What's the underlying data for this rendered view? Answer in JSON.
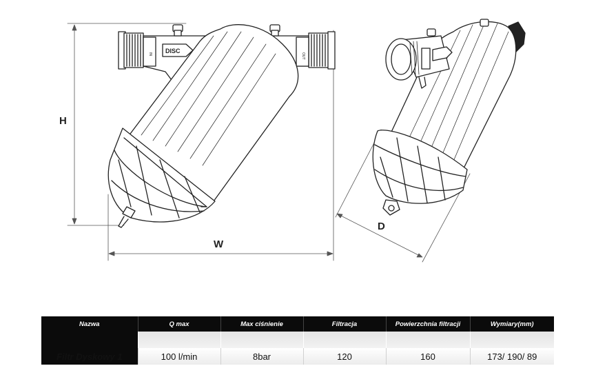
{
  "drawing": {
    "dim_labels": {
      "height": "H",
      "width": "W",
      "depth": "D"
    },
    "body_label": "DISC"
  },
  "table": {
    "headers": [
      "Nazwa",
      "Q max",
      "Max ciśnienie",
      "Filtracja",
      "Powierzchnia filtracji",
      "Wymiary(mm)"
    ],
    "rows": [
      [
        "Filtr Dyskowy 1",
        "100 l/min",
        "8bar",
        "120",
        "160",
        "173/ 190/ 89"
      ]
    ]
  },
  "colors": {
    "table_header": "#0b0b0b",
    "line": "#222222"
  }
}
